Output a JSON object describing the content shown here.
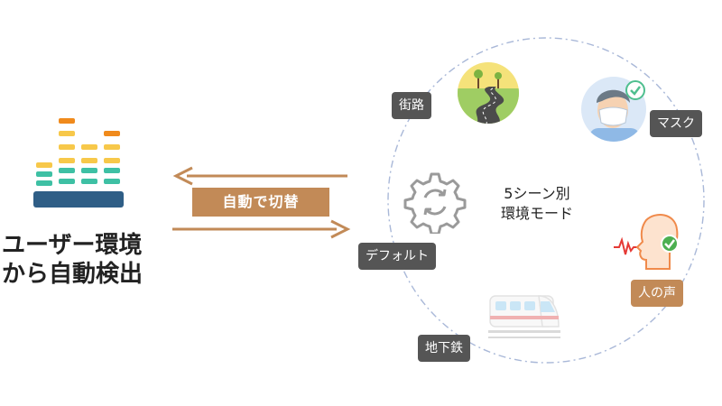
{
  "main_title": {
    "line1": "ユーザー環境",
    "line2": "から自動検出"
  },
  "switch_label": "自動で切替",
  "center": {
    "line1": "5シーン別",
    "line2": "環境モード"
  },
  "scenes": {
    "street": "街路",
    "mask": "マスク",
    "default": "デフォルト",
    "voice": "人の声",
    "subway": "地下鉄"
  },
  "colors": {
    "accent": "#c28a57",
    "label_bg": "#555555",
    "circle": "#a9b8d8",
    "eq_orange": "#f08a1c",
    "eq_yellow": "#f7c84a",
    "eq_teal": "#3ec0a4",
    "eq_base": "#2f5e86"
  },
  "icons": {
    "equalizer": "equalizer-icon",
    "street": "road-icon",
    "mask": "masked-person-icon",
    "default": "gear-sync-icon",
    "voice": "speaking-head-icon",
    "subway": "train-icon"
  }
}
